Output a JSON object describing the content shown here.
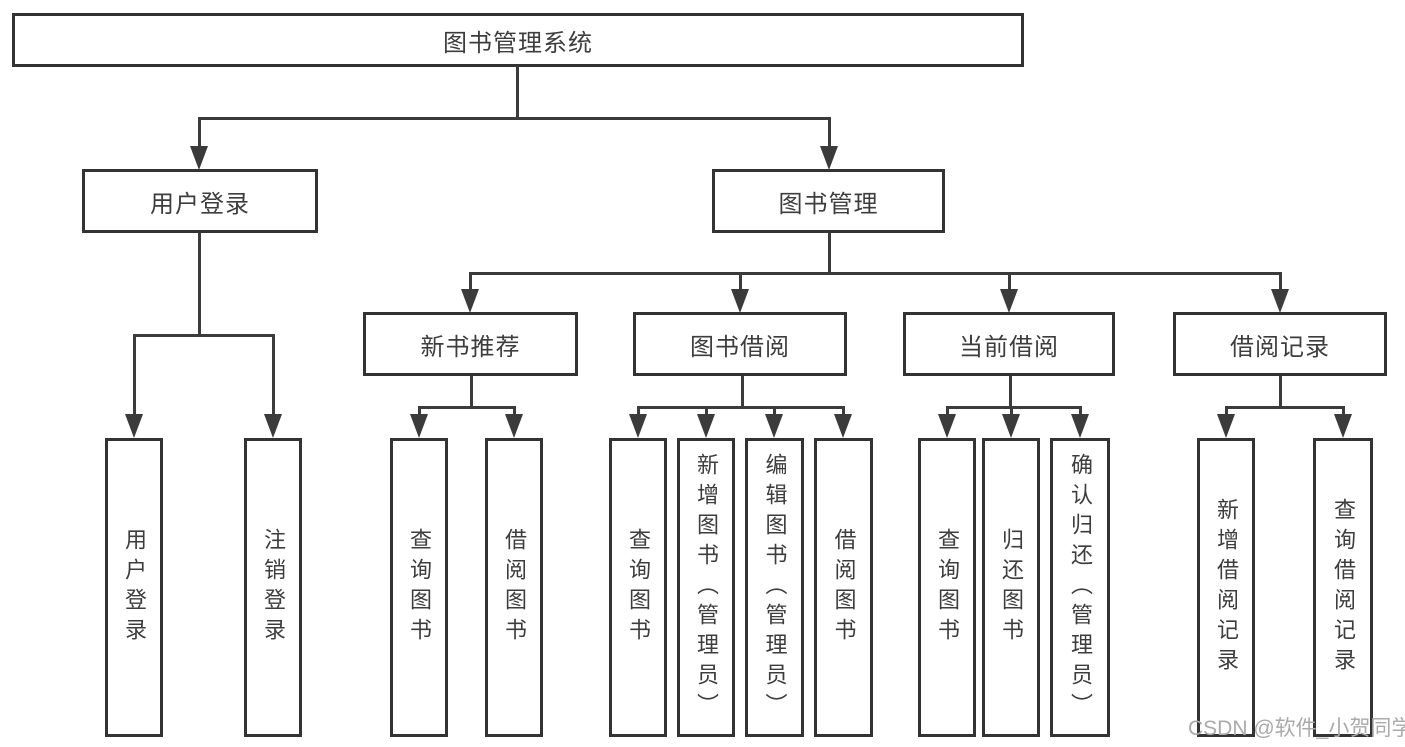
{
  "diagram_title": "图书管理系统",
  "nodes": {
    "root": "图书管理系统",
    "login": "用户登录",
    "management": "图书管理",
    "login_children": {
      "user_login": "用户登录",
      "logout": "注销登录"
    },
    "recommend": "新书推荐",
    "borrow": "图书借阅",
    "current": "当前借阅",
    "records": "借阅记录",
    "recommend_children": {
      "query": "查询图书",
      "borrow": "借阅图书"
    },
    "borrow_children": {
      "query": "查询图书",
      "add": "新增图书（管理员）",
      "edit": "编辑图书（管理员）",
      "borrow": "借阅图书"
    },
    "current_children": {
      "query": "查询图书",
      "return": "归还图书",
      "confirm": "确认归还（管理员）"
    },
    "records_children": {
      "add": "新增借阅记录",
      "query": "查询借阅记录"
    }
  },
  "watermark": "CSDN @软件_小贺同学",
  "colors": {
    "line": "#3b3b3b",
    "box_border": "#333333",
    "text": "#3d3d3d",
    "watermark_text": "#aaaaaa",
    "background": "#ffffff"
  }
}
